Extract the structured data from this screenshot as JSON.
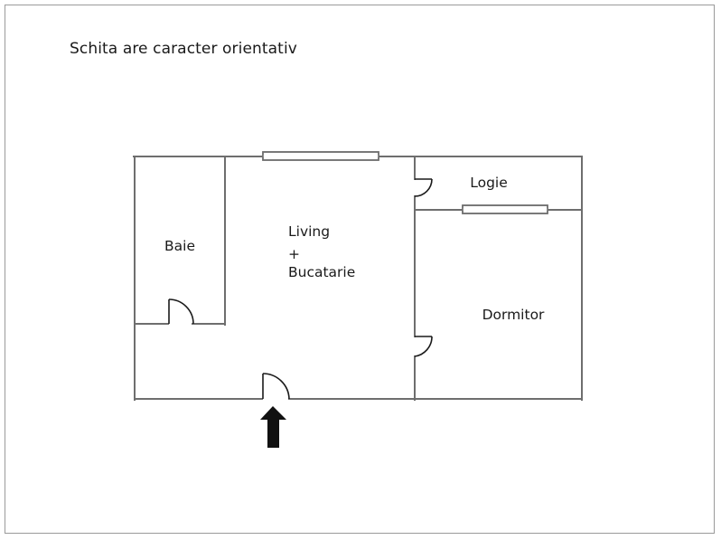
{
  "page": {
    "title": "Schita are caracter orientativ",
    "background_color": "#ffffff",
    "frame_border_color": "#9a9a9a",
    "wall_color": "#6e6e6e",
    "door_color": "#1a1a1a",
    "arrow_color": "#111111",
    "text_color": "#1a1a1a"
  },
  "rooms": [
    {
      "id": "baie",
      "label": "Baie"
    },
    {
      "id": "living-bucatarie",
      "label_line1": "Living",
      "label_line2": "+",
      "label_line3": "Bucatarie"
    },
    {
      "id": "logie",
      "label": "Logie"
    },
    {
      "id": "dormitor",
      "label": "Dormitor"
    }
  ],
  "features": {
    "windows": [
      {
        "id": "window-living-top",
        "wall": "top",
        "room": "living-bucatarie"
      },
      {
        "id": "window-logie",
        "wall": "bottom-of-logie",
        "room": "logie"
      }
    ],
    "doors": [
      {
        "id": "door-baie",
        "room": "baie",
        "swing": "right"
      },
      {
        "id": "door-logie",
        "room": "logie",
        "swing": "down"
      },
      {
        "id": "door-dormitor",
        "room": "dormitor",
        "swing": "up"
      },
      {
        "id": "door-entrance",
        "room": "living-bucatarie",
        "swing": "right"
      }
    ],
    "entrance_arrow": {
      "id": "entrance-arrow",
      "direction": "up"
    }
  }
}
